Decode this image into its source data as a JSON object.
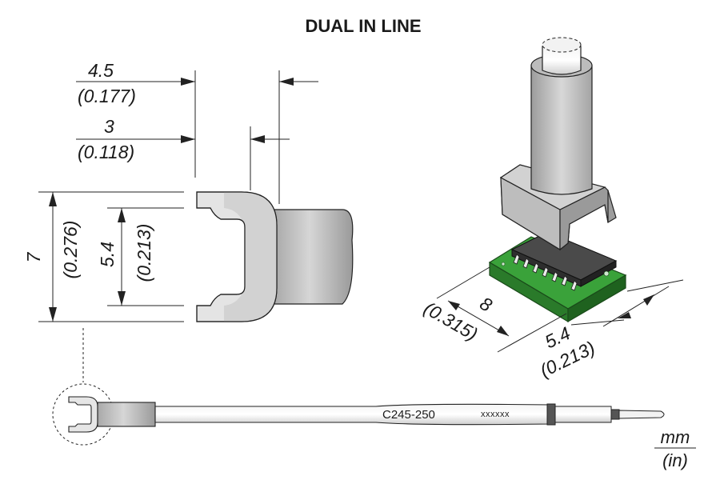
{
  "title": "DUAL IN LINE",
  "dimensions": {
    "top_outer": {
      "mm": "4.5",
      "in": "(0.177)"
    },
    "top_inner": {
      "mm": "3",
      "in": "(0.118)"
    },
    "outer_height": {
      "mm": "7",
      "in": "(0.276)"
    },
    "inner_height": {
      "mm": "5.4",
      "in": "(0.213)"
    },
    "pcb_length": {
      "mm": "8",
      "in": "(0.315)"
    },
    "pcb_width": {
      "mm": "5.4",
      "in": "(0.213)"
    }
  },
  "tip": {
    "part_number": "C245-250",
    "code": "xxxxxx"
  },
  "units": {
    "primary": "mm",
    "secondary": "(in)"
  },
  "colors": {
    "tip_grey": "#c8c8c8",
    "tip_light": "#e6e6e6",
    "pcb_green": "#2e8b2e",
    "chip_dark": "#3a3a3a"
  }
}
